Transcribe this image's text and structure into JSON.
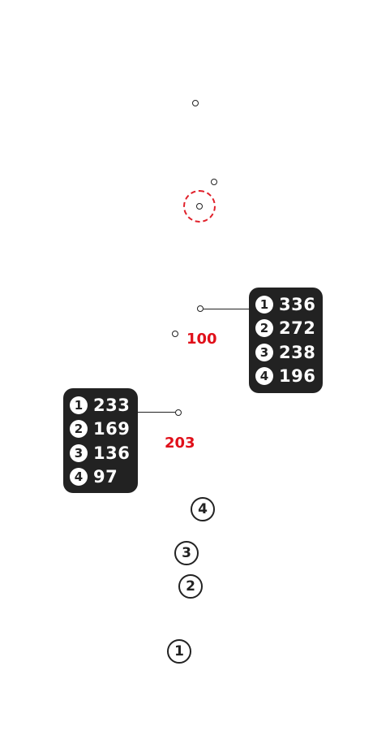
{
  "colors": {
    "dark": "#222222",
    "accent_red": "#e0101a",
    "white": "#ffffff"
  },
  "callout_right": {
    "rows": [
      {
        "badge": "1",
        "value": "336"
      },
      {
        "badge": "2",
        "value": "272"
      },
      {
        "badge": "3",
        "value": "238"
      },
      {
        "badge": "4",
        "value": "196"
      }
    ]
  },
  "callout_left": {
    "rows": [
      {
        "badge": "1",
        "value": "233"
      },
      {
        "badge": "2",
        "value": "169"
      },
      {
        "badge": "3",
        "value": "136"
      },
      {
        "badge": "4",
        "value": "97"
      }
    ]
  },
  "labels": {
    "red_top": "100",
    "red_bottom": "203"
  },
  "markers": [
    "4",
    "3",
    "2",
    "1"
  ]
}
